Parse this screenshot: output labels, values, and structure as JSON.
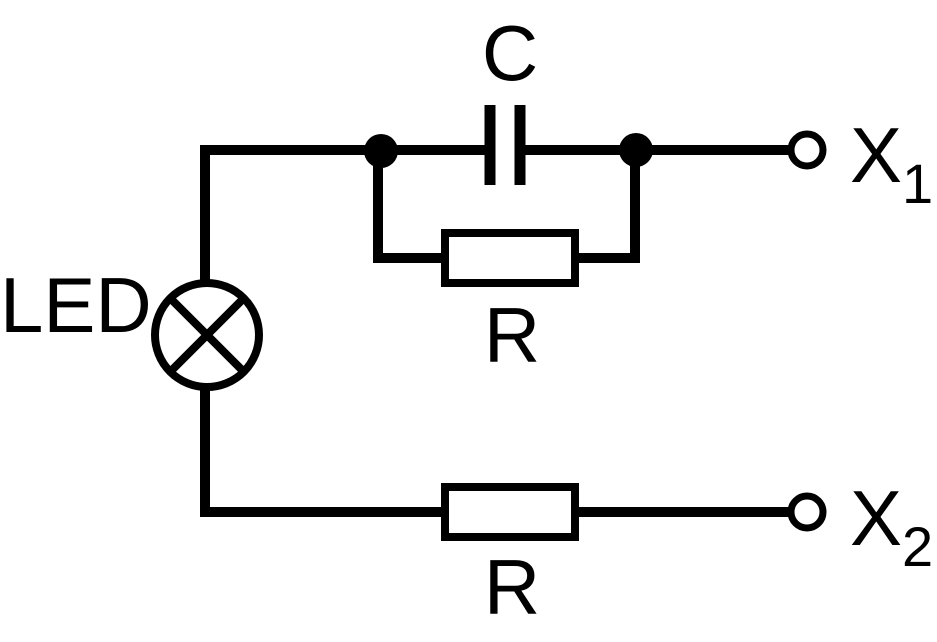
{
  "labels": {
    "capacitor": "C",
    "resistor_top": "R",
    "resistor_bottom": "R",
    "lamp": "LED",
    "terminal1_main": "X",
    "terminal1_sub": "1",
    "terminal2_main": "X",
    "terminal2_sub": "2"
  },
  "colors": {
    "ink": "#000000",
    "background": "#ffffff"
  }
}
